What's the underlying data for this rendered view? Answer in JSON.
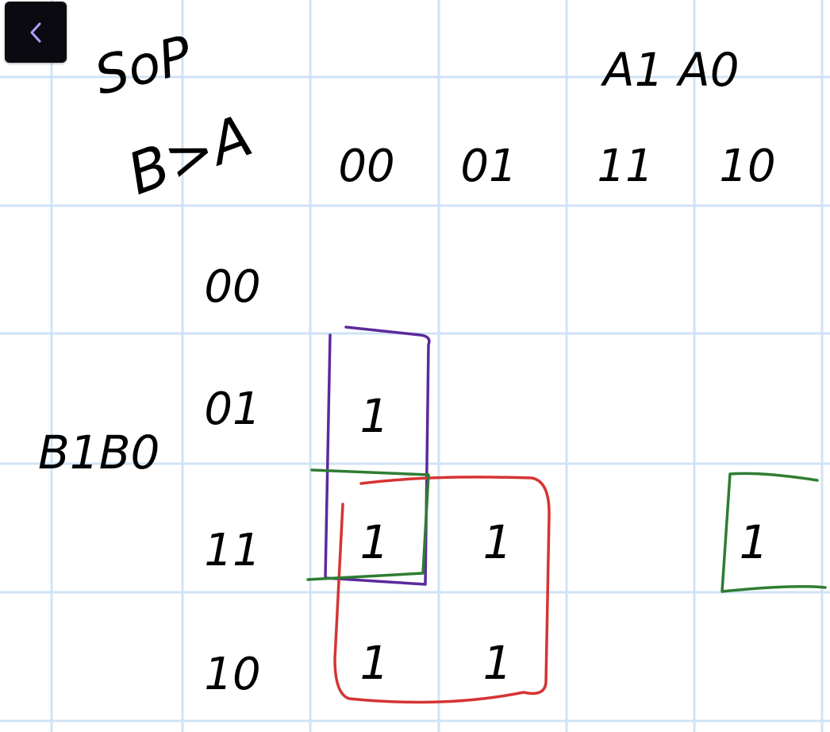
{
  "title": "SoP",
  "condition": "B>A",
  "col_var": "A1 A0",
  "row_var": "B1B0",
  "col_headers": [
    "00",
    "01",
    "11",
    "10"
  ],
  "row_headers": [
    "00",
    "01",
    "11",
    "10"
  ],
  "cells": [
    [
      "",
      "",
      "",
      ""
    ],
    [
      "1",
      "",
      "",
      ""
    ],
    [
      "1",
      "1",
      "",
      "1"
    ],
    [
      "1",
      "1",
      "",
      ""
    ]
  ],
  "groups": [
    {
      "name": "purple-group",
      "color": "#5b2a9c"
    },
    {
      "name": "red-group",
      "color": "#d63333"
    },
    {
      "name": "green-group",
      "color": "#2e7d32"
    }
  ],
  "colors": {
    "grid": "#cfe3f5",
    "accent": "#b49cff"
  },
  "icons": {
    "back": "chevron-left-icon"
  }
}
